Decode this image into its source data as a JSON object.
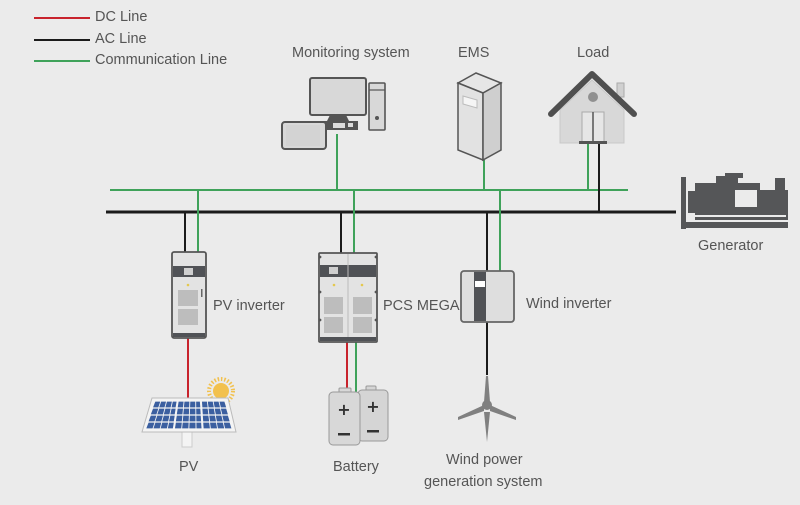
{
  "colors": {
    "dc_line": "#c8232c",
    "ac_line": "#1b1b1b",
    "comm_line": "#3fa25a",
    "background": "#ebebeb",
    "device_fill": "#dcdcdc",
    "device_stroke": "#555555",
    "panel_dark": "#505256",
    "solar_cell": "#3b5fa0",
    "sun": "#f2c14e"
  },
  "legend": [
    {
      "label": "DC Line",
      "type": "dc"
    },
    {
      "label": "AC Line",
      "type": "ac"
    },
    {
      "label": "Communication Line",
      "type": "comm"
    }
  ],
  "nodes": {
    "monitoring": {
      "label": "Monitoring system",
      "icon": "computer-icon"
    },
    "ems": {
      "label": "EMS",
      "icon": "server-cabinet-icon"
    },
    "load": {
      "label": "Load",
      "icon": "house-icon"
    },
    "generator": {
      "label": "Generator",
      "icon": "generator-icon"
    },
    "pv_inverter": {
      "label": "PV inverter",
      "icon": "inverter-cabinet-icon"
    },
    "pcs_mega": {
      "label": "PCS MEGA",
      "icon": "double-cabinet-icon"
    },
    "wind_inverter": {
      "label": "Wind inverter",
      "icon": "wind-inverter-icon"
    },
    "pv": {
      "label": "PV",
      "icon": "solar-panel-icon"
    },
    "battery": {
      "label": "Battery",
      "icon": "battery-icon"
    },
    "wind_power": {
      "label_line1": "Wind power",
      "label_line2": "generation system",
      "icon": "wind-turbine-icon"
    }
  },
  "connections": [
    {
      "from": "monitoring",
      "to": "comm_bus",
      "type": "comm"
    },
    {
      "from": "ems",
      "to": "comm_bus",
      "type": "comm"
    },
    {
      "from": "load",
      "to": "comm_bus",
      "type": "comm"
    },
    {
      "from": "load",
      "to": "ac_bus",
      "type": "ac"
    },
    {
      "from": "generator",
      "to": "ac_bus",
      "type": "ac"
    },
    {
      "from": "pv_inverter",
      "to": "ac_bus",
      "type": "ac"
    },
    {
      "from": "pv_inverter",
      "to": "comm_bus",
      "type": "comm"
    },
    {
      "from": "pcs_mega",
      "to": "ac_bus",
      "type": "ac"
    },
    {
      "from": "pcs_mega",
      "to": "comm_bus",
      "type": "comm"
    },
    {
      "from": "wind_inverter",
      "to": "ac_bus",
      "type": "ac"
    },
    {
      "from": "wind_inverter",
      "to": "comm_bus",
      "type": "comm"
    },
    {
      "from": "pv",
      "to": "pv_inverter",
      "type": "dc"
    },
    {
      "from": "battery",
      "to": "pcs_mega",
      "type": "dc"
    },
    {
      "from": "battery",
      "to": "pcs_mega",
      "type": "comm"
    },
    {
      "from": "wind_power",
      "to": "wind_inverter",
      "type": "ac"
    }
  ]
}
